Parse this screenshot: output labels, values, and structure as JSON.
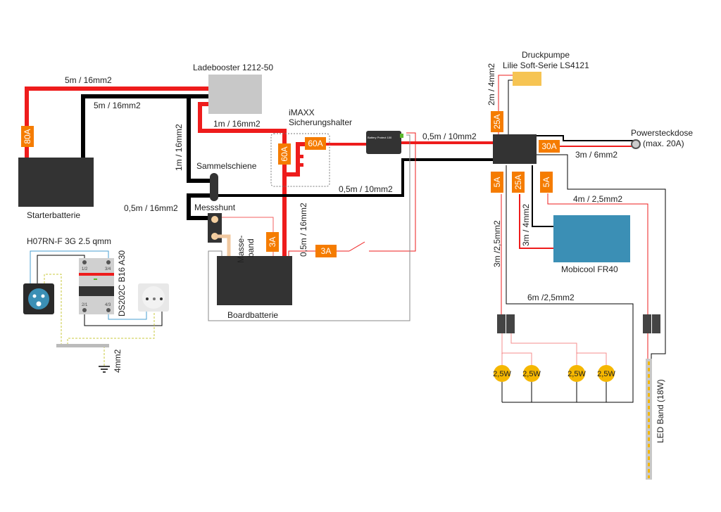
{
  "title": "Wohnmobil Elektrik Schaltplan",
  "colors": {
    "positive": "#ee1c1c",
    "negative": "#000000",
    "fuse": "#f57c00",
    "battery": "#333333",
    "booster": "#c8c8c8",
    "pump": "#f6c453",
    "fridge": "#3b8fb5",
    "lamp": "#f5b700",
    "mains_blue": "#4a9fd0",
    "earth": "#c9c93c",
    "masseband": "#f0c8a0"
  },
  "components": {
    "starter_battery": "Starterbatterie",
    "board_battery": "Boardbatterie",
    "booster": "Ladebooster 1212-50",
    "busbar": "Sammelschiene",
    "shunt": "Messshunt",
    "masseband": "Masse-\nband",
    "masseband_line1": "Masse-",
    "masseband_line2": "band",
    "fuse_holder_line1": "iMAXX",
    "fuse_holder_line2": "Sicherungshalter",
    "battery_protect": "Battery Protect 100",
    "pump_line1": "Druckpumpe",
    "pump_line2": "Lilie Soft-Serie LS4121",
    "power_socket_line1": "Powersteckdose",
    "power_socket_line2": "(max. 20A)",
    "fridge": "Mobicool FR40",
    "led_band": "LED Band (18W)",
    "mains_cable": "H07RN-F 3G 2.5 qmm",
    "rcbo": "DS202C B16 A30",
    "rcbo_terminals": [
      "1/2",
      "3/4",
      "2/1",
      "4/3"
    ],
    "earth_wire": "4mm2"
  },
  "cables": {
    "starter_pos": "5m / 16mm2",
    "starter_neg": "5m / 16mm2",
    "booster_out": "1m / 16mm2",
    "booster_neg": "1m / 16mm2",
    "shunt_neg": "0,5m / 16mm2",
    "board_pos": "0,5m / 16mm2",
    "bp_out": "0,5m / 10mm2",
    "dist_neg": "0,5m / 10mm2",
    "pump": "2m / 4mm2",
    "socket": "3m / 6mm2",
    "led": "4m / 2,5mm2",
    "lights": "3m /2,5mm2",
    "fridge": "3m / 4mm2",
    "lights_neg": "6m /2,5mm2"
  },
  "fuses": {
    "starter": "80A",
    "holder_main": "60A",
    "holder_out": "60A",
    "shunt": "3A",
    "switch": "3A",
    "pump": "25A",
    "socket": "30A",
    "lights": "5A",
    "fridge": "25A",
    "led": "5A"
  },
  "lamps": [
    "2,5W",
    "2,5W",
    "2,5W",
    "2,5W"
  ]
}
